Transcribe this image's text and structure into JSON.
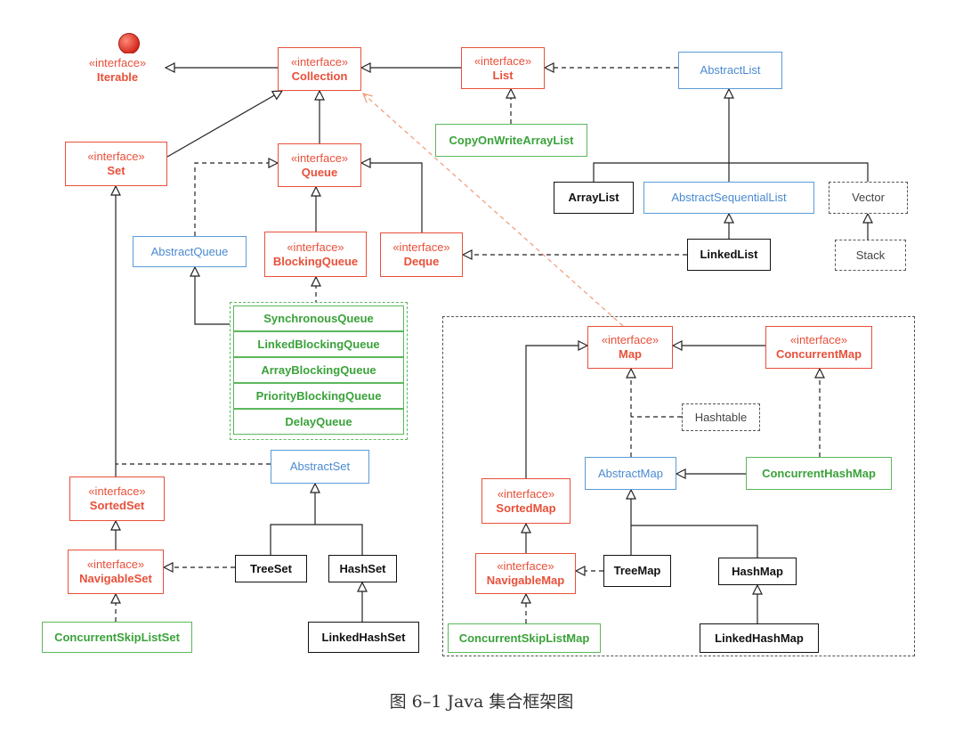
{
  "stereotype": "«interface»",
  "nodes": {
    "iterable": "Iterable",
    "collection": "Collection",
    "list": "List",
    "abstract_list": "AbstractList",
    "copy_on_write_array_list": "CopyOnWriteArrayList",
    "set": "Set",
    "queue": "Queue",
    "array_list": "ArrayList",
    "abstract_sequential_list": "AbstractSequentialList",
    "vector": "Vector",
    "stack": "Stack",
    "abstract_queue": "AbstractQueue",
    "blocking_queue": "BlockingQueue",
    "deque": "Deque",
    "linked_list": "LinkedList",
    "map": "Map",
    "concurrent_map": "ConcurrentMap",
    "hashtable": "Hashtable",
    "abstract_map": "AbstractMap",
    "concurrent_hash_map": "ConcurrentHashMap",
    "sorted_map": "SortedMap",
    "navigable_map": "NavigableMap",
    "tree_map": "TreeMap",
    "hash_map": "HashMap",
    "concurrent_skip_list_map": "ConcurrentSkipListMap",
    "linked_hash_map": "LinkedHashMap",
    "abstract_set": "AbstractSet",
    "sorted_set": "SortedSet",
    "navigable_set": "NavigableSet",
    "tree_set": "TreeSet",
    "hash_set": "HashSet",
    "concurrent_skip_list_set": "ConcurrentSkipListSet",
    "linked_hash_set": "LinkedHashSet"
  },
  "blocking_queue_impls": [
    "SynchronousQueue",
    "LinkedBlockingQueue",
    "ArrayBlockingQueue",
    "PriorityBlockingQueue",
    "DelayQueue"
  ],
  "caption": "图 6–1   Java 集合框架图",
  "colors": {
    "interface": "#e8503a",
    "abstract_class": "#5a9bd8",
    "concurrent_class": "#5bb85b",
    "concrete_class": "#111111",
    "legacy_class": "#555555",
    "map_link": "#f0a080"
  }
}
